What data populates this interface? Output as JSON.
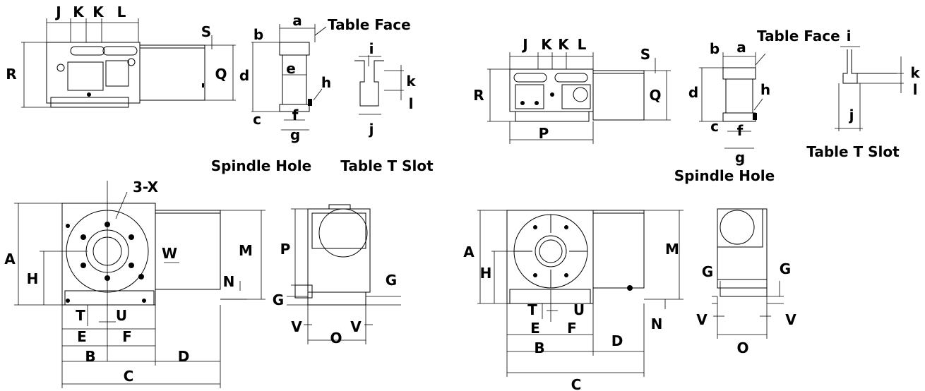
{
  "left": {
    "front": {
      "labels": [
        "J",
        "K",
        "K",
        "L",
        "S",
        "R",
        "Q"
      ]
    },
    "spindle_hole": {
      "labels": [
        "a",
        "b",
        "c",
        "d",
        "e",
        "f",
        "g",
        "h"
      ],
      "callout": "Table Face",
      "caption": "Spindle Hole"
    },
    "t_slot": {
      "labels": [
        "i",
        "j",
        "k",
        "l"
      ],
      "caption": "Table T Slot"
    },
    "side": {
      "labels": [
        "3-X",
        "A",
        "H",
        "W",
        "M",
        "N",
        "T",
        "U",
        "E",
        "F",
        "B",
        "D",
        "C"
      ]
    },
    "end": {
      "labels": [
        "P",
        "G",
        "G",
        "V",
        "V",
        "O"
      ]
    }
  },
  "right": {
    "front": {
      "labels": [
        "J",
        "K",
        "K",
        "L",
        "S",
        "R",
        "Q",
        "P"
      ]
    },
    "spindle_hole": {
      "labels": [
        "a",
        "b",
        "c",
        "d",
        "f",
        "g",
        "h"
      ],
      "callout": "Table Face",
      "caption": "Spindle Hole"
    },
    "t_slot": {
      "labels": [
        "i",
        "j",
        "k",
        "l"
      ],
      "caption": "Table T Slot"
    },
    "side": {
      "labels": [
        "A",
        "H",
        "M",
        "N",
        "T",
        "U",
        "E",
        "F",
        "B",
        "D",
        "C"
      ]
    },
    "end": {
      "labels": [
        "G",
        "G",
        "V",
        "V",
        "O"
      ]
    }
  }
}
